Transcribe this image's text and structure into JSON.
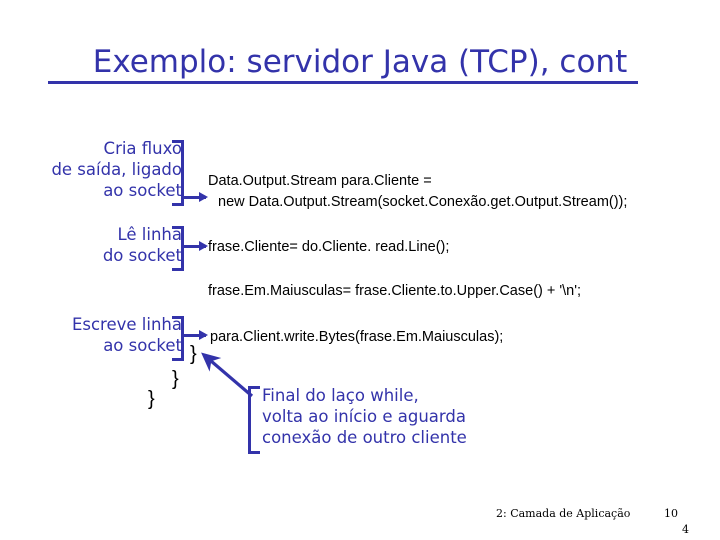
{
  "slide": {
    "title": "Exemplo: servidor Java (TCP), cont",
    "accent_color": "#3333AA",
    "code_color": "#000000",
    "background_color": "#FFFFFF"
  },
  "annotations": [
    {
      "id": "cria-fluxo",
      "line1": "Cria fluxo",
      "line2": "de saída, ligado",
      "line3": "ao socket"
    },
    {
      "id": "le-linha",
      "line1": "Lê linha",
      "line2": "do socket"
    },
    {
      "id": "escreve-linha",
      "line1": "Escreve linha",
      "line2": "ao socket"
    },
    {
      "id": "final-laco",
      "line1": "Final do laço while,",
      "line2": "volta ao início e aguarda",
      "line3": "conexão de outro cliente"
    }
  ],
  "code": {
    "line1": "Data.Output.Stream  para.Cliente =",
    "line2": "new Data.Output.Stream(socket.Conexão.get.Output.Stream());",
    "line3": "frase.Cliente= do.Cliente. read.Line();",
    "line4": "frase.Em.Maiusculas= frase.Cliente.to.Upper.Case() + '\\n';",
    "line5": "para.Client.write.Bytes(frase.Em.Maiusculas);"
  },
  "braces": {
    "b1": "}",
    "b2": "}",
    "b3": "}"
  },
  "footer": {
    "section": "2: Camada de Aplicação",
    "page_top": "10",
    "page_bottom": "4"
  }
}
